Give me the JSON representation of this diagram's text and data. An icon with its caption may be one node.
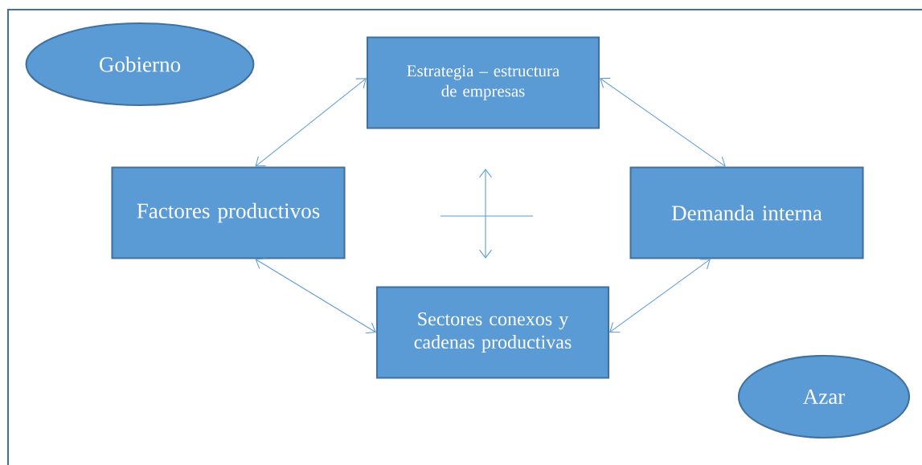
{
  "diagram": {
    "nodes": [
      {
        "text": [
          "Gobierno"
        ]
      },
      {
        "text": [
          "Estrategia – estructura de empresas"
        ]
      },
      {
        "text": [
          "Factores productivos"
        ]
      },
      {
        "text": [
          "Demanda interna"
        ]
      },
      {
        "text": [
          "Sectores conexos y cadenas productivas"
        ]
      },
      {
        "text": [
          "Azar"
        ]
      }
    ],
    "edges": [
      {
        "from": 1,
        "to": 2,
        "arrow": "both"
      },
      {
        "from": 1,
        "to": 3,
        "arrow": "both"
      },
      {
        "from": 2,
        "to": 4,
        "arrow": "both"
      },
      {
        "from": 3,
        "to": 4,
        "arrow": "both"
      }
    ]
  }
}
